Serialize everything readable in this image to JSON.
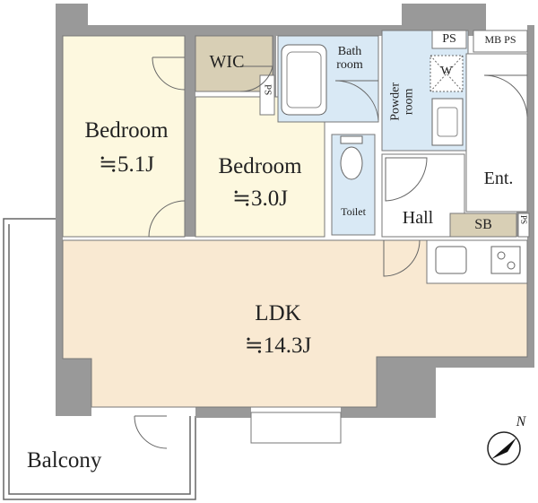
{
  "rooms": {
    "bedroom1": {
      "name": "Bedroom",
      "area": "≒5.1J"
    },
    "bedroom2": {
      "name": "Bedroom",
      "area": "≒3.0J"
    },
    "wic": {
      "name": "WIC"
    },
    "ps_small": {
      "name": "PS"
    },
    "bath": {
      "name": "Bath",
      "name2": "room"
    },
    "powder": {
      "name": "Powder",
      "name2": "room"
    },
    "washer": {
      "name": "W"
    },
    "ps_top": {
      "name": "PS"
    },
    "mbps": {
      "name": "MB PS"
    },
    "toilet": {
      "name": "Toilet"
    },
    "hall": {
      "name": "Hall"
    },
    "entrance": {
      "name": "Ent."
    },
    "sb": {
      "name": "SB"
    },
    "ps_side": {
      "name": "PS"
    },
    "ldk": {
      "name": "LDK",
      "area": "≒14.3J"
    },
    "balcony": {
      "name": "Balcony"
    }
  },
  "compass": {
    "label": "N"
  },
  "colors": {
    "bedroom": "#fdf8df",
    "wic": "#d8cfb5",
    "wet": "#d9e9f5",
    "ldk": "#f9e9d2",
    "wall": "#999999",
    "sb": "#d8cfb5"
  }
}
